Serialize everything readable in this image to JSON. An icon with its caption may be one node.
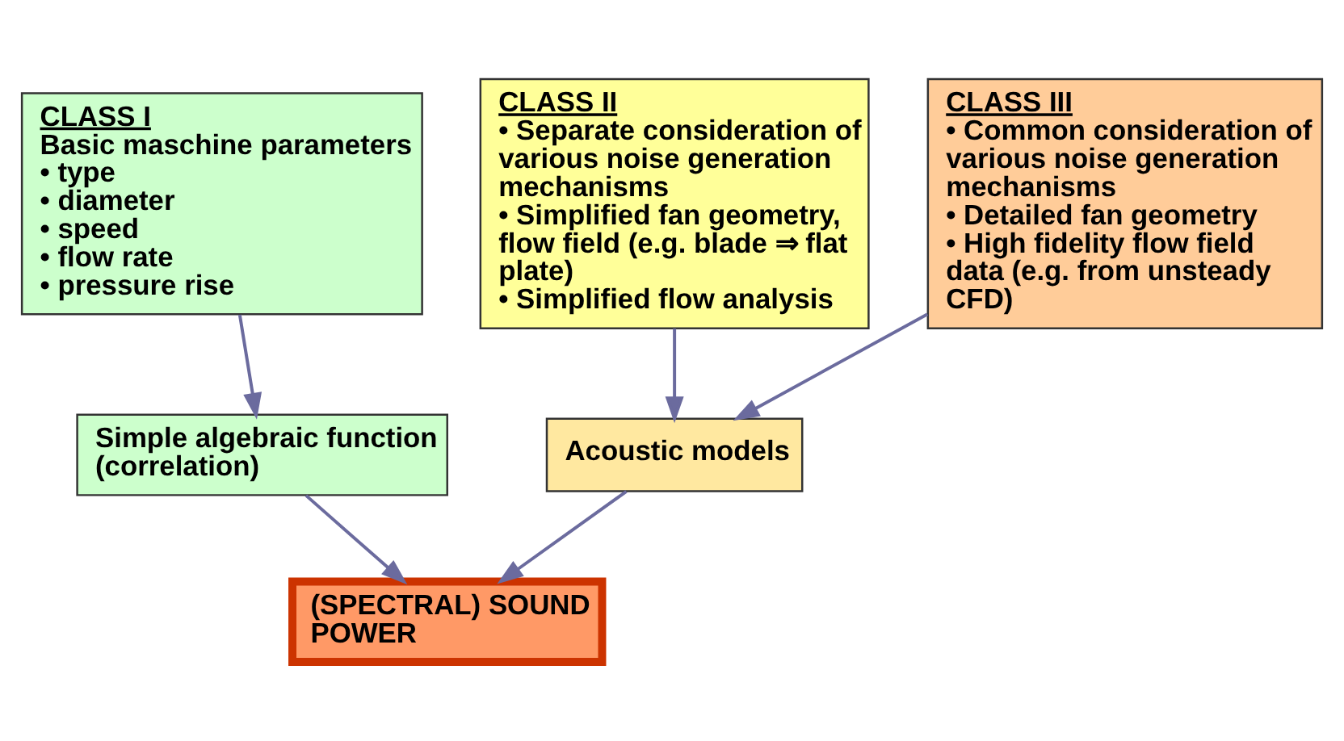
{
  "diagram": {
    "nodes": [
      {
        "text": [
          "CLASS I",
          "Basic maschine parameters",
          "• type",
          "• diameter",
          "• speed",
          "• flow rate",
          "• pressure rise"
        ]
      },
      {
        "text": [
          "CLASS II",
          "• Separate consideration of various noise generation mechanisms",
          "• Simplified fan geometry, flow field (e.g. blade ⇒ flat plate)",
          "• Simplified flow analysis"
        ]
      },
      {
        "text": [
          "CLASS III",
          "• Common consideration of various noise generation mechanisms",
          "• Detailed fan geometry",
          "• High fidelity flow field data (e.g. from unsteady CFD)"
        ]
      },
      {
        "text": [
          "Simple algebraic function (correlation)"
        ]
      },
      {
        "text": [
          "Acoustic models"
        ]
      },
      {
        "text": [
          "(SPECTRAL) SOUND POWER"
        ]
      }
    ],
    "edges": [
      {
        "from": 0,
        "to": 3,
        "arrow": "to"
      },
      {
        "from": 1,
        "to": 4,
        "arrow": "to"
      },
      {
        "from": 2,
        "to": 4,
        "arrow": "to"
      },
      {
        "from": 3,
        "to": 5,
        "arrow": "to"
      },
      {
        "from": 4,
        "to": 5,
        "arrow": "to"
      }
    ]
  }
}
